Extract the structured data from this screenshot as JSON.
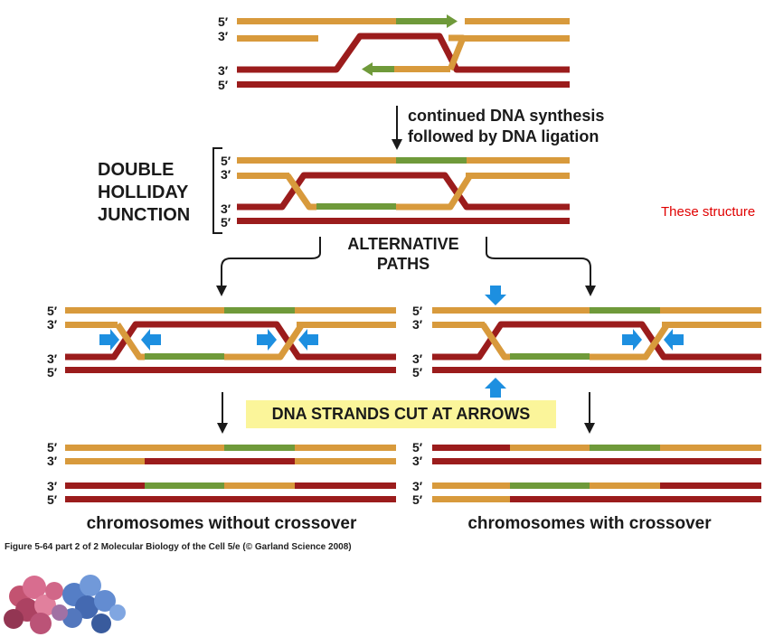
{
  "labels": {
    "continued_line1": "continued DNA synthesis",
    "continued_line2": "followed by DNA ligation",
    "double": "DOUBLE",
    "holliday": "HOLLIDAY",
    "junction": "JUNCTION",
    "alternative": "ALTERNATIVE",
    "paths": "PATHS",
    "cut_arrows": "DNA STRANDS CUT AT ARROWS",
    "without_crossover": "chromosomes without crossover",
    "with_crossover": "chromosomes with crossover",
    "side_note": "These structure",
    "figure_caption": "Figure 5-64 part 2 of 2  Molecular Biology of the Cell 5/e (© Garland Science 2008)"
  },
  "ends": {
    "five": "5′",
    "three": "3′"
  },
  "colors": {
    "tan": "#d89a3c",
    "red": "#9b1c1c",
    "green": "#6f9a3a",
    "blue": "#1d8fe0",
    "highlight": "#fbf59a",
    "note": "#e00000"
  }
}
